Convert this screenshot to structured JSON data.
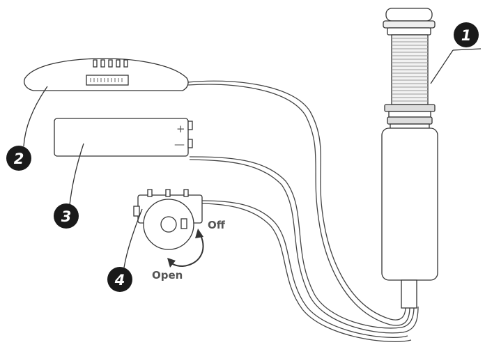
{
  "callouts": {
    "c1": "1",
    "c2": "2",
    "c3": "3",
    "c4": "4"
  },
  "battery": {
    "plus": "+",
    "minus": "—"
  },
  "switch": {
    "off_label": "Off",
    "open_label": "Open"
  },
  "colors": {
    "line": "#333333",
    "callout_fill": "#1a1a1a",
    "label": "#555555"
  }
}
